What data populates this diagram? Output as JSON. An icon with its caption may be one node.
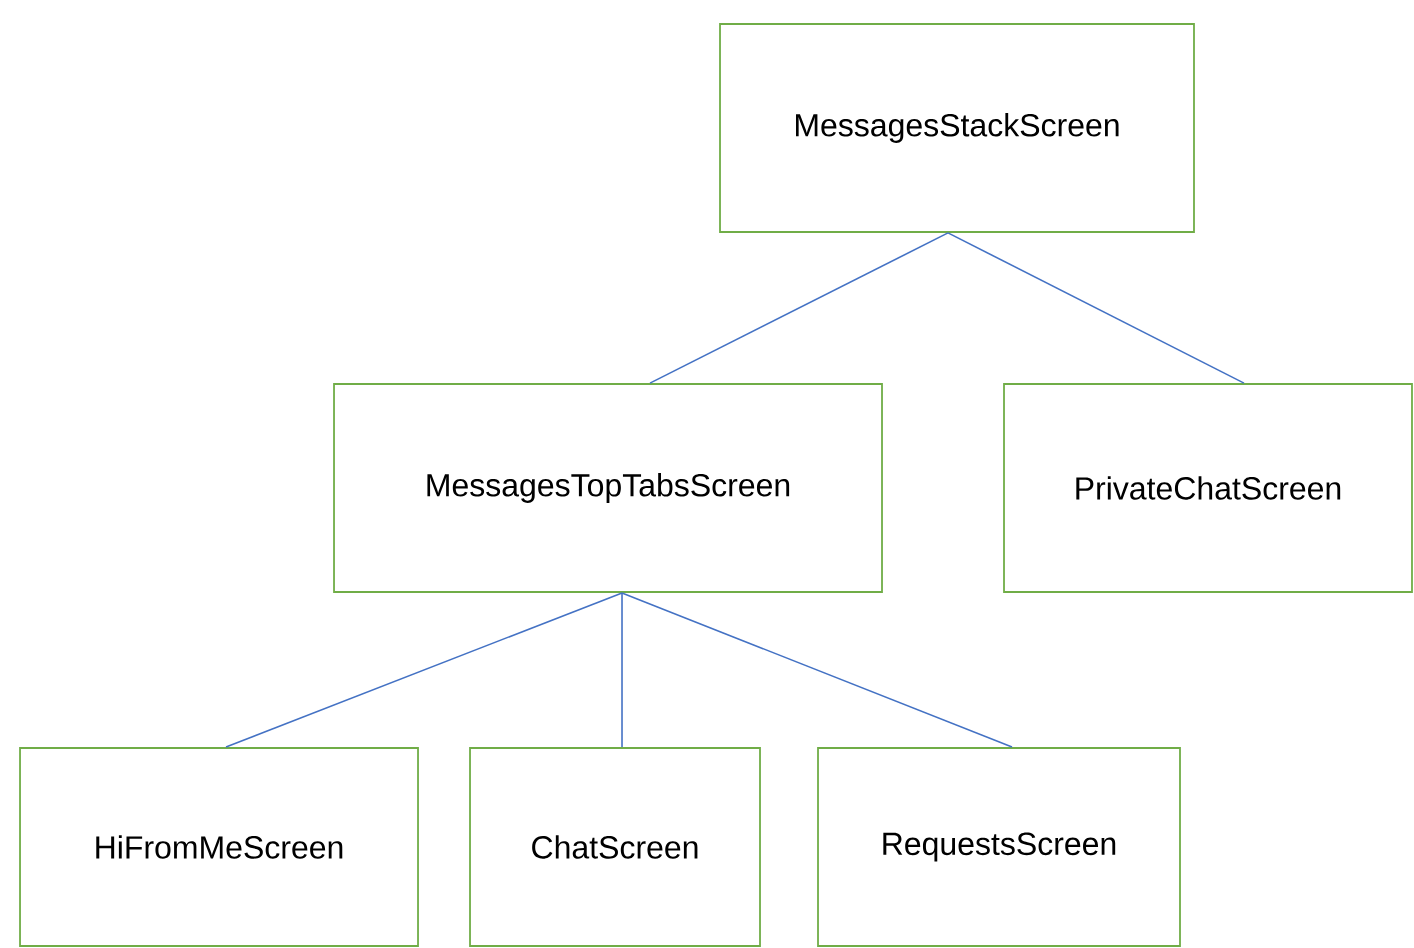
{
  "diagram": {
    "nodes": [
      {
        "text": [
          "MessagesStackScreen"
        ]
      },
      {
        "text": [
          "MessagesTopTabsScreen"
        ]
      },
      {
        "text": [
          "PrivateChatScreen"
        ]
      },
      {
        "text": [
          "HiFromMeScreen"
        ]
      },
      {
        "text": [
          "ChatScreen"
        ]
      },
      {
        "text": [
          "RequestsScreen"
        ]
      }
    ],
    "edges": [
      {
        "from": 0,
        "to": 1,
        "arrow": "none"
      },
      {
        "from": 0,
        "to": 2,
        "arrow": "none"
      },
      {
        "from": 1,
        "to": 3,
        "arrow": "none"
      },
      {
        "from": 1,
        "to": 4,
        "arrow": "none"
      },
      {
        "from": 1,
        "to": 5,
        "arrow": "none"
      }
    ]
  }
}
